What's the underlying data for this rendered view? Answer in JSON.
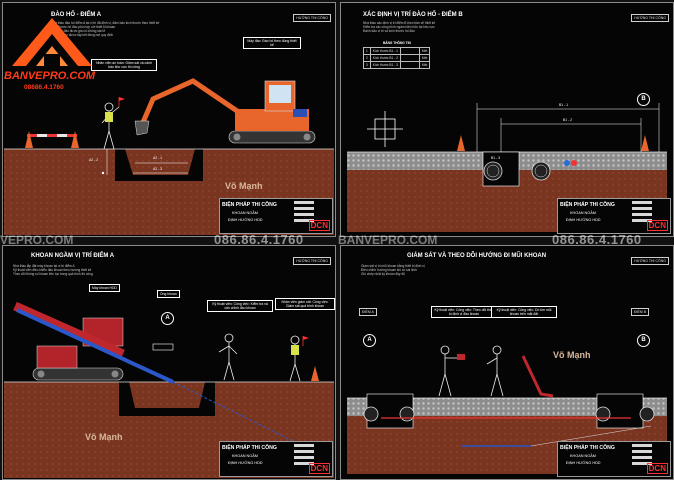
{
  "sheets": [
    {
      "title": "ĐÀO HỐ - ĐIỂM A",
      "tag": "HƯỚNG THI CÔNG",
      "notes": [
        "Nhà thầu đào hố điểm A tại vị trí đã định vị, đảm bảo kích thước theo thiết kế",
        "Kích thước hố đào phù hợp với thiết bị khoan",
        "Vách hố đào được gia cố chống sạt lở",
        "Vật liệu đào được tập kết đúng nơi quy định"
      ],
      "callouts": [
        "Nhân viên an toàn: Giám sát và cảnh báo khu vực thi công",
        "Máy đào: Đào hố theo đúng thiết kế"
      ],
      "dims": [
        "A2 - 1",
        "A2 - 2",
        "A2 - 3"
      ],
      "credit": "Võ Mạnh",
      "titleblock": {
        "t1": "BIỆN PHÁP THI CÔNG",
        "t2": "KHOAN NGẦM",
        "t3": "ĐỊNH HƯỚNG HDD",
        "logo": "DCN"
      }
    },
    {
      "title": "XÁC ĐỊNH VỊ TRÍ ĐÀO HỐ - ĐIỂM B",
      "tag": "HƯỚNG THI CÔNG",
      "notes": [
        "Nhà thầu xác định vị trí điểm B theo bản vẽ thiết kế",
        "Kiểm tra các công trình ngầm hiện hữu tại khu vực",
        "Đánh dấu vị trí và kích thước hố đào"
      ],
      "table_title": "BẢNG THÔNG TIN",
      "table": [
        [
          "1",
          "Kích thước B1 - 1",
          "",
          "Mét"
        ],
        [
          "2",
          "Kích thước B1 - 2",
          "",
          "Mét"
        ],
        [
          "3",
          "Kích thước B1 - 3",
          "",
          "Mét"
        ]
      ],
      "dims": [
        "B1 - 1",
        "B1 - 2",
        "B1 - 3"
      ],
      "point": "B",
      "titleblock": {
        "t1": "BIỆN PHÁP THI CÔNG",
        "t2": "KHOAN NGẦM",
        "t3": "ĐỊNH HƯỚNG HDD",
        "logo": "DCN"
      }
    },
    {
      "title": "KHOAN NGẦM VỊ TRÍ ĐIỂM A",
      "tag": "HƯỚNG THI CÔNG",
      "notes": [
        "Nhà thầu lắp đặt máy khoan tại vị trí điểm A",
        "Kỹ thuật viên điều khiển đầu khoan theo hướng thiết kế",
        "Theo dõi thông số khoan liên tục trong quá trình thi công"
      ],
      "callouts": [
        "Máy khoan HDD",
        "Ống khoan",
        "Kỹ thuật viên: Công việc: Kiểm tra và cân chỉnh đầu khoan",
        "Nhân viên giám sát: Công việc: Giám sát quá trình khoan"
      ],
      "point": "A",
      "credit": "Võ Mạnh",
      "titleblock": {
        "t1": "BIỆN PHÁP THI CÔNG",
        "t2": "KHOAN NGẦM",
        "t3": "ĐỊNH HƯỚNG HDD",
        "logo": "DCN"
      }
    },
    {
      "title": "GIÁM SÁT VÀ THEO DÕI HƯỚNG ĐI MŨI KHOAN",
      "tag": "HƯỚNG THI CÔNG",
      "notes": [
        "Giám sát vị trí mũi khoan bằng thiết bị định vị",
        "Điều chỉnh hướng khoan khi có sai lệch",
        "Ghi chép nhật ký khoan đầy đủ"
      ],
      "callouts": [
        "Kỹ thuật viên: Công việc: Theo dõi thiết bị định vị đầu khoan",
        "Kỹ thuật viên: Công việc: Dò tìm mũi khoan trên mặt đất"
      ],
      "points": [
        "A",
        "B"
      ],
      "markers": [
        "ĐIỂM A",
        "ĐIỂM B"
      ],
      "credit": "Võ Mạnh",
      "titleblock": {
        "t1": "BIỆN PHÁP THI CÔNG",
        "t2": "KHOAN NGẦM",
        "t3": "ĐỊNH HƯỚNG HDD",
        "logo": "DCN"
      }
    }
  ],
  "brand": {
    "name": "BANVEPRO.COM",
    "phone": "08686.4.1760"
  },
  "watermarks": {
    "site": "VEPRO.COM",
    "site2": "BANVEPRO.COM",
    "phone": "086.86.4.1760"
  },
  "colors": {
    "soil": "#7a3520",
    "gravel": "#a0a0a0",
    "orange": "#e8652b",
    "accent": "#ff3b1a"
  }
}
